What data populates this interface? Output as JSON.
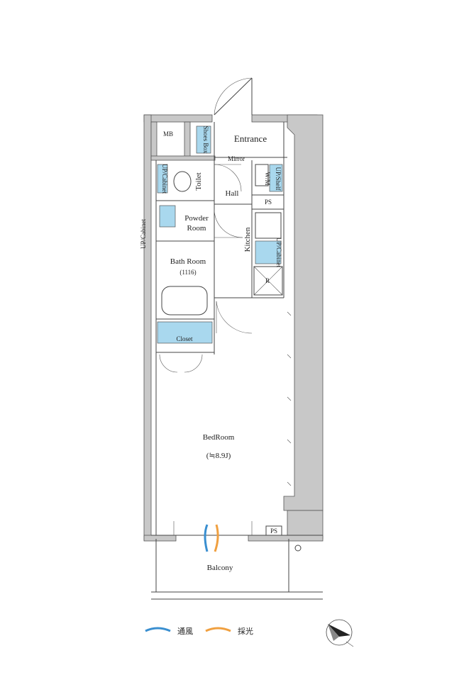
{
  "rooms": {
    "mb": "MB",
    "shoes_box": "Shoes Box",
    "entrance": "Entrance",
    "mirror": "Mirror",
    "toilet": "Toilet",
    "hall": "Hall",
    "wm": "W/M",
    "up_shelf": "UP/Shelf",
    "up_cabinet": "UP/Cabinet",
    "ps": "PS",
    "powder_room_1": "Powder",
    "powder_room_2": "Room",
    "kitchen": "Kitchen",
    "bath_room": "Bath Room",
    "bath_size": "(1116)",
    "refrigerator": "R",
    "closet": "Closet",
    "bedroom": "BedRoom",
    "bedroom_size": "(≒8.9J)",
    "balcony": "Balcony"
  },
  "legend": {
    "ventilation": "通風",
    "daylight": "採光"
  },
  "colors": {
    "wall": "#c8c8c8",
    "fixture_blue": "#a9d8ee",
    "ventilation": "#3a8fd0",
    "daylight": "#f0a040"
  },
  "icons": {
    "compass": "north-arrow-icon"
  }
}
